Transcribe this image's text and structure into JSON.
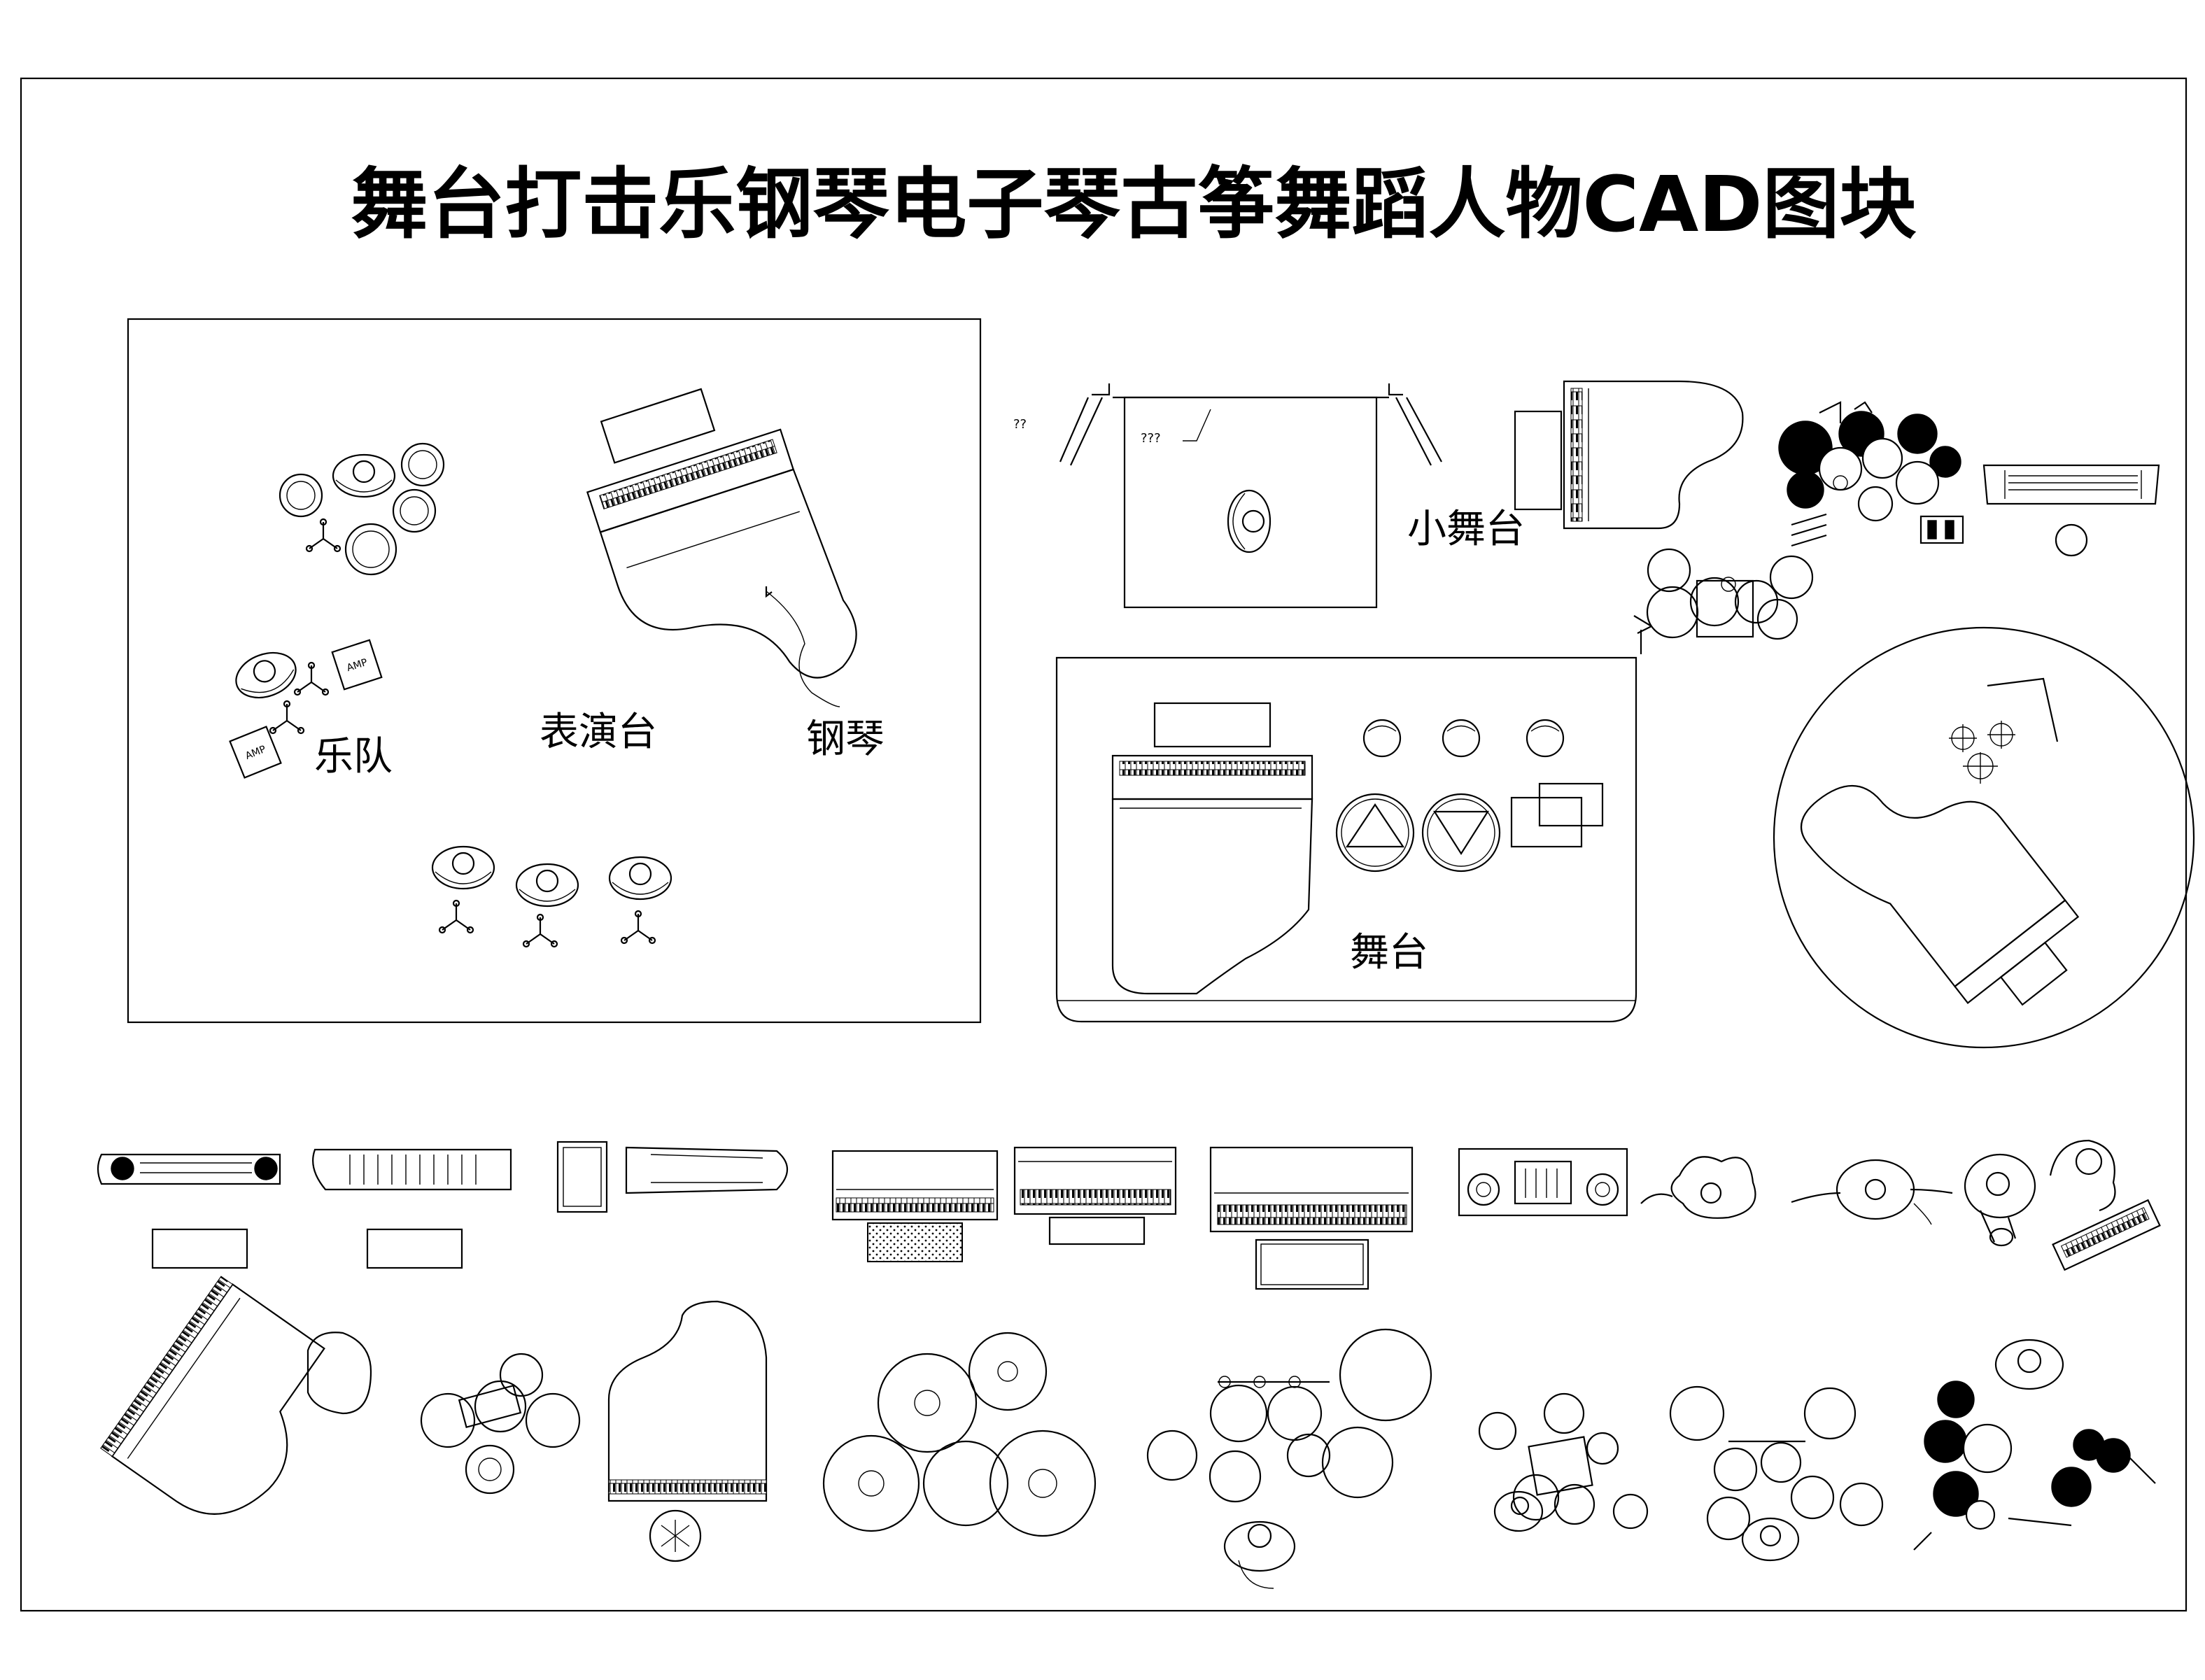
{
  "title": "舞台打击乐钢琴电子琴古筝舞蹈人物CAD图块",
  "panels": {
    "performance": {
      "band": "乐队",
      "stage": "表演台",
      "piano": "钢琴",
      "amp": "AMP"
    },
    "small_stage": {
      "label": "小舞台",
      "mark_a": "??",
      "mark_b": "???"
    },
    "stage": {
      "label": "舞台"
    }
  },
  "colors": {
    "line": "#000000",
    "background": "#ffffff"
  }
}
